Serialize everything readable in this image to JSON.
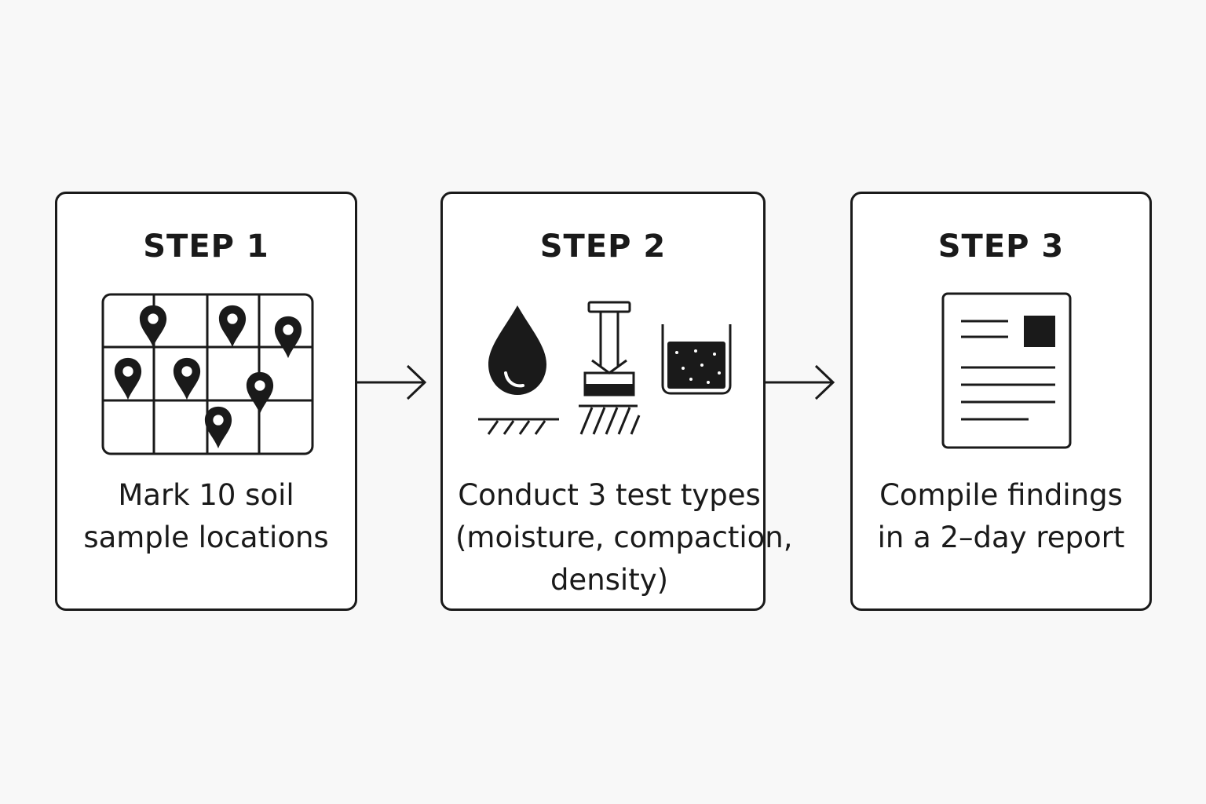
{
  "steps": [
    {
      "title": "STEP 1",
      "icon": "map-grid-pins-icon",
      "description_lines": [
        "Mark 10 soil",
        "sample locations"
      ]
    },
    {
      "title": "STEP 2",
      "icons": [
        "water-drop-icon",
        "compaction-tamper-icon",
        "density-beaker-icon"
      ],
      "description_lines": [
        "Conduct 3 test types",
        "(moisture, compaction,",
        "density)"
      ]
    },
    {
      "title": "STEP 3",
      "icon": "report-document-icon",
      "description_lines": [
        "Compile findings",
        "in a 2–day report"
      ]
    }
  ],
  "connectors": [
    "arrow-right-icon",
    "arrow-right-icon"
  ],
  "colors": {
    "background": "#f8f8f8",
    "card": "#ffffff",
    "ink": "#1a1a1a"
  }
}
